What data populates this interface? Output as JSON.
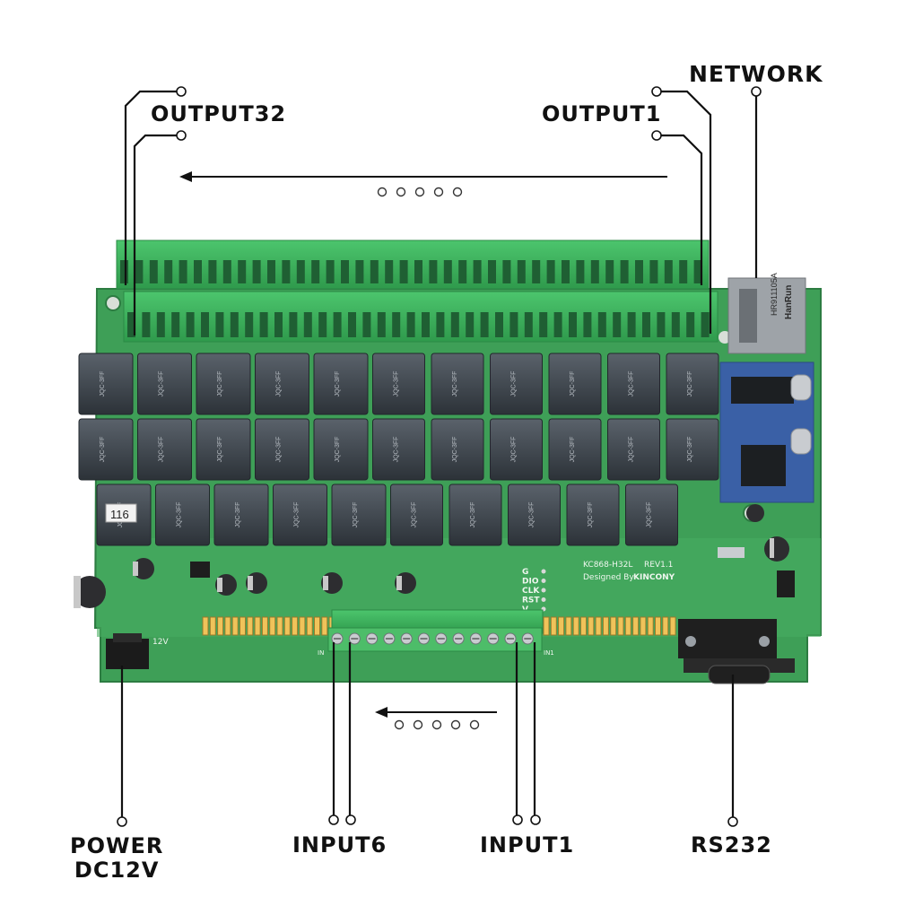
{
  "labels": {
    "network": "NETWORK",
    "output32": "OUTPUT32",
    "output1": "OUTPUT1",
    "power_line1": "POWER",
    "power_line2": "DC12V",
    "input6": "INPUT6",
    "input1": "INPUT1",
    "rs232": "RS232"
  },
  "board": {
    "model": "KC868-H32L",
    "revision": "REV1.1",
    "designed_by": "Designed By",
    "brand": "KINCONY",
    "number_tag": "116",
    "voltage_mark": "12V",
    "ethernet_jack_text_1": "HR911105A",
    "ethernet_jack_text_2": "HanRun",
    "relay_marking": "JQC-3FF",
    "pin_labels": [
      "G",
      "DIO",
      "CLK",
      "RST",
      "V"
    ],
    "input_header_label": "IN",
    "output_header_label": "IN1"
  },
  "colors": {
    "pcb": "#3d9f56",
    "terminal": "#39b35a",
    "relay": "#3a4149",
    "module": "#3a60a6"
  }
}
